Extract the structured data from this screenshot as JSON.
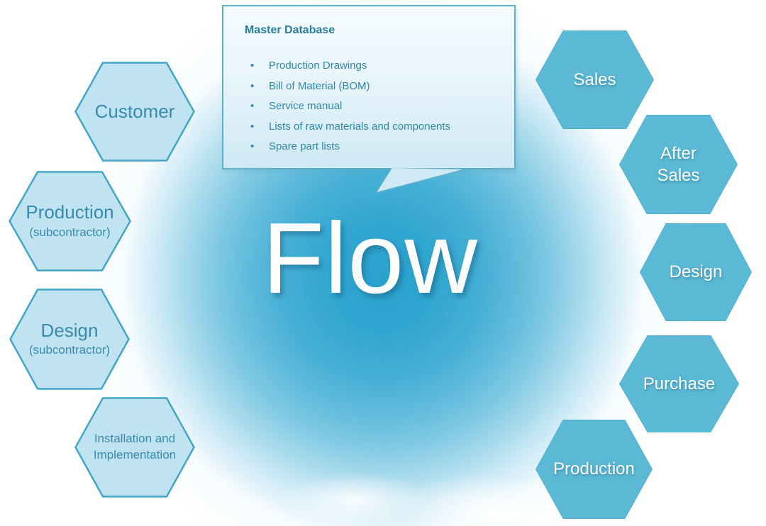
{
  "colors": {
    "glow_core": "#29a2ce",
    "flow_text": "#ffffff",
    "callout_border": "#5fb0c9",
    "callout_title": "#2a7d9c",
    "callout_text": "#3187a8",
    "left_hex_fill": "#bfe3f0",
    "left_hex_border": "#45a5c5",
    "left_hex_text": "#3a8aac",
    "right_hex_fill": "#5bb9d6",
    "right_hex_border": "#54b2cf",
    "right_hex_text": "#ffffff"
  },
  "center": {
    "title": "Flow"
  },
  "callout": {
    "title": "Master Database",
    "bullet": "•",
    "items": [
      "Production Drawings",
      "Bill of Material (BOM)",
      "Service manual",
      "Lists of raw materials and components",
      "Spare part lists"
    ]
  },
  "left_hexagons": [
    {
      "label": "Customer",
      "sublabel": ""
    },
    {
      "label": "Production",
      "sublabel": "(subcontractor)"
    },
    {
      "label": "Design",
      "sublabel": "(subcontractor)"
    },
    {
      "label": "Installation and Implementation",
      "sublabel": ""
    }
  ],
  "right_hexagons": [
    {
      "label": "Sales"
    },
    {
      "label": "After Sales"
    },
    {
      "label": "Design"
    },
    {
      "label": "Purchase"
    },
    {
      "label": "Production"
    }
  ]
}
